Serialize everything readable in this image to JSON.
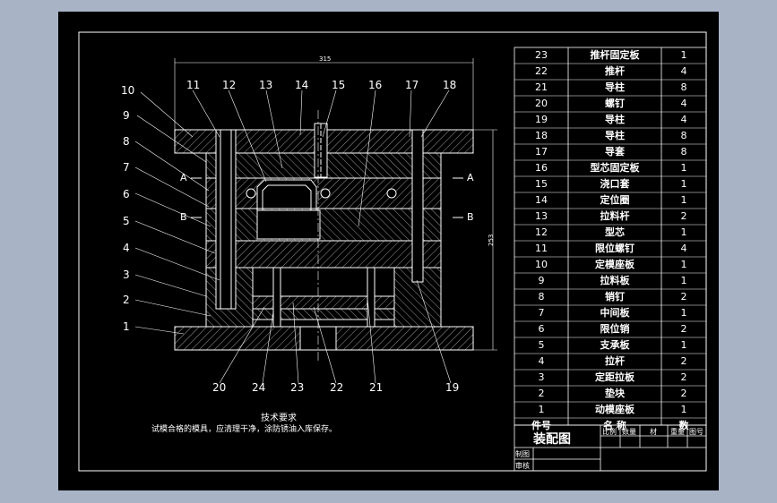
{
  "title_block": {
    "drawing_title": "装配图",
    "col_labels": [
      "比例",
      "数量",
      "材",
      "重量",
      "图号"
    ],
    "row_labels": [
      "制图",
      "审核"
    ]
  },
  "bom": {
    "header": {
      "no": "件号",
      "name": "名   称",
      "qty": "数"
    },
    "rows": [
      {
        "no": "23",
        "name": "推杆固定板",
        "qty": "1"
      },
      {
        "no": "22",
        "name": "推杆",
        "qty": "4"
      },
      {
        "no": "21",
        "name": "导柱",
        "qty": "8"
      },
      {
        "no": "20",
        "name": "螺钉",
        "qty": "4"
      },
      {
        "no": "19",
        "name": "导柱",
        "qty": "4"
      },
      {
        "no": "18",
        "name": "导柱",
        "qty": "8"
      },
      {
        "no": "17",
        "name": "导套",
        "qty": "8"
      },
      {
        "no": "16",
        "name": "型芯固定板",
        "qty": "1"
      },
      {
        "no": "15",
        "name": "浇口套",
        "qty": "1"
      },
      {
        "no": "14",
        "name": "定位圈",
        "qty": "1"
      },
      {
        "no": "13",
        "name": "拉料杆",
        "qty": "2"
      },
      {
        "no": "12",
        "name": "型芯",
        "qty": "1"
      },
      {
        "no": "11",
        "name": "限位螺钉",
        "qty": "4"
      },
      {
        "no": "10",
        "name": "定模座板",
        "qty": "1"
      },
      {
        "no": "9",
        "name": "拉料板",
        "qty": "1"
      },
      {
        "no": "8",
        "name": "销钉",
        "qty": "2"
      },
      {
        "no": "7",
        "name": "中间板",
        "qty": "1"
      },
      {
        "no": "6",
        "name": "限位销",
        "qty": "2"
      },
      {
        "no": "5",
        "name": "支承板",
        "qty": "1"
      },
      {
        "no": "4",
        "name": "拉杆",
        "qty": "2"
      },
      {
        "no": "3",
        "name": "定距拉板",
        "qty": "2"
      },
      {
        "no": "2",
        "name": "垫块",
        "qty": "2"
      },
      {
        "no": "1",
        "name": "动模座板",
        "qty": "1"
      }
    ]
  },
  "notes": {
    "title": "技术要求",
    "text": "试模合格的模具，应清理干净，涂防锈油入库保存。"
  },
  "section_marks": [
    "A",
    "B",
    "A",
    "B"
  ],
  "dimensions": {
    "width": "315",
    "height": "253"
  },
  "left_callouts": [
    "10",
    "9",
    "8",
    "7",
    "6",
    "5",
    "4",
    "3",
    "2",
    "1"
  ],
  "top_callouts": [
    "11",
    "12",
    "13",
    "14",
    "15",
    "16",
    "17",
    "18"
  ],
  "bottom_callouts": [
    "20",
    "24",
    "23",
    "22",
    "21",
    "19"
  ]
}
